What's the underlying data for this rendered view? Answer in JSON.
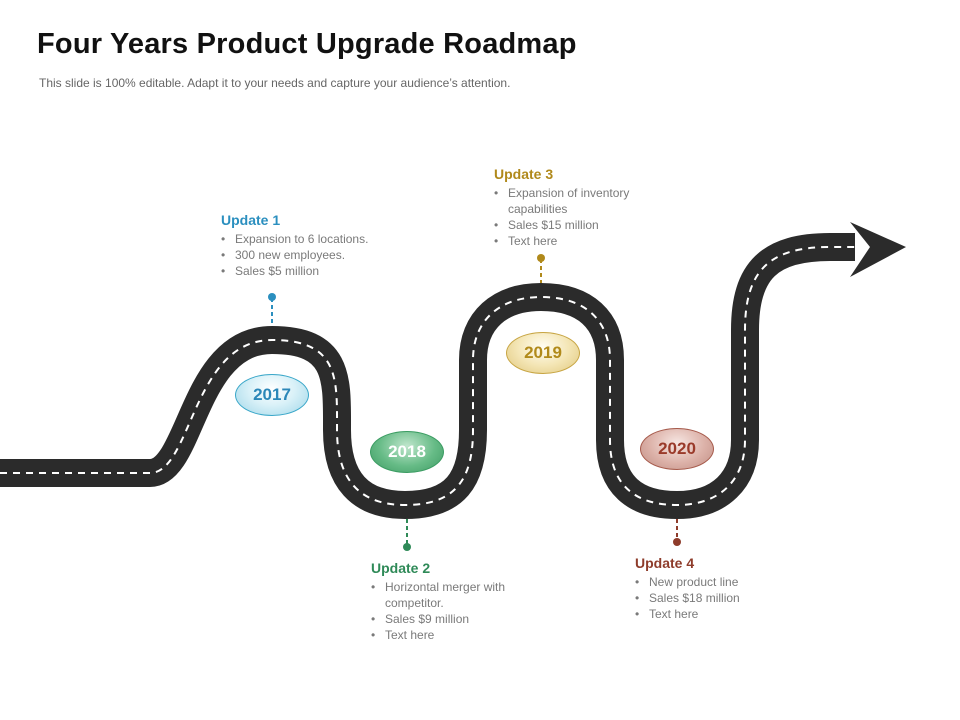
{
  "header": {
    "title": "Four Years Product Upgrade Roadmap",
    "subtitle": "This slide is 100% editable. Adapt it to your needs and capture your audience’s attention."
  },
  "milestones": [
    {
      "year": "2017",
      "update_title": "Update 1",
      "bullets": [
        "Expansion to 6 locations.",
        "300 new employees.",
        "Sales $5 million"
      ],
      "color": "#2b8fbf"
    },
    {
      "year": "2018",
      "update_title": "Update 2",
      "bullets": [
        "Horizontal merger with competitor.",
        "Sales $9 million",
        "Text here"
      ],
      "color": "#2f8a58"
    },
    {
      "year": "2019",
      "update_title": "Update 3",
      "bullets": [
        "Expansion of inventory capabilities",
        "Sales $15 million",
        "Text here"
      ],
      "color": "#b0891b"
    },
    {
      "year": "2020",
      "update_title": "Update 4",
      "bullets": [
        "New product line",
        "Sales $18 million",
        "Text here"
      ],
      "color": "#8e3c2b"
    }
  ],
  "road": {
    "color": "#2b2b2b",
    "dash_color": "#ffffff"
  }
}
